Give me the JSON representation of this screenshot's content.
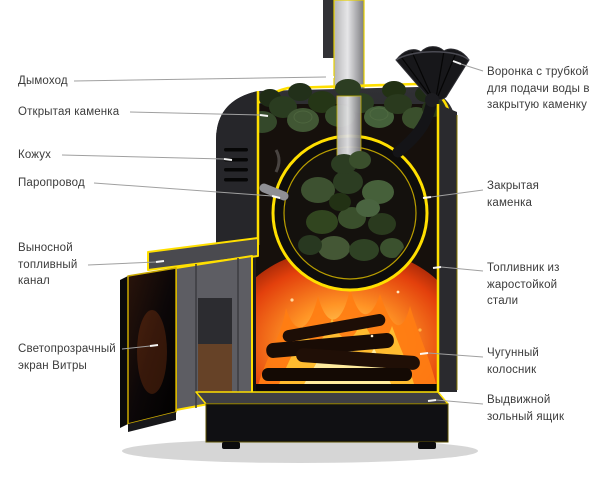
{
  "diagram": {
    "labels": {
      "chimney": "Дымоход",
      "open_heater": "Открытая каменка",
      "casing": "Кожух",
      "steam_pipe": "Паропровод",
      "fuel_channel": "Выносной топливный канал",
      "glass_screen": "Светопрозрачный экран Витры",
      "funnel": "Воронка с трубкой для подачи воды в закрытую каменку",
      "closed_heater": "Закрытая каменка",
      "firebox": "Топливник из жаростойкой стали",
      "grate": "Чугунный колосник",
      "ash_box": "Выдвижной зольный ящик"
    },
    "colors": {
      "background": "#ffffff",
      "text": "#3b3b3b",
      "leader_line": "#a0a0a0",
      "cut_edge_yellow": "#ffdf00",
      "stove_body": "#1f1f21",
      "stones_green": "#3d5130",
      "fire_orange": "#ff7d12",
      "pipe_gray": "#c9c9cb"
    }
  }
}
